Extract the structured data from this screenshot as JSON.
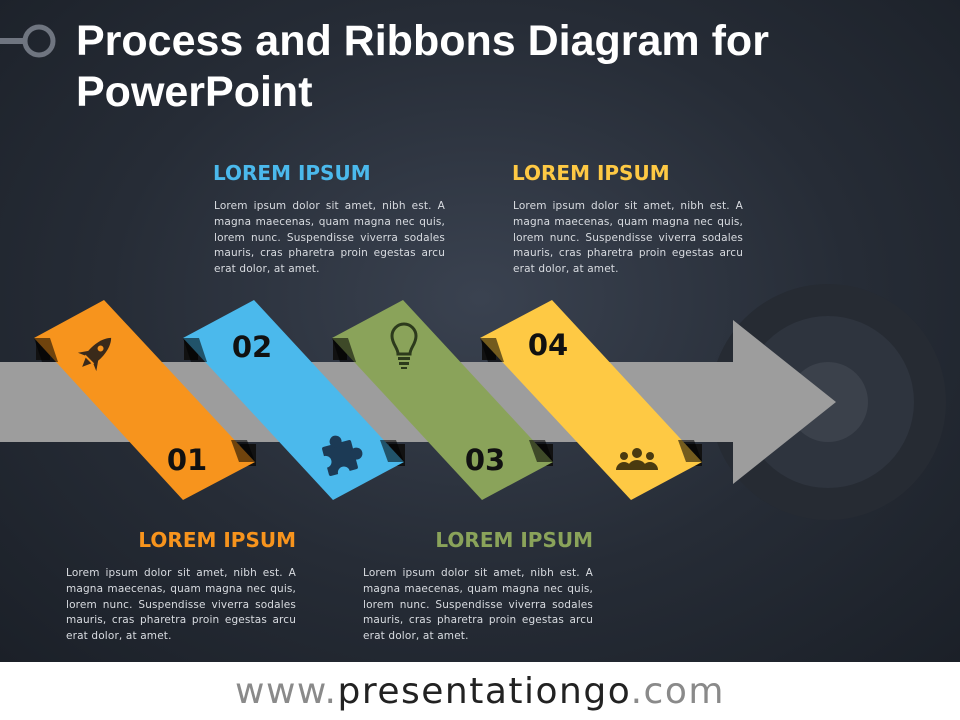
{
  "title": "Process and Ribbons Diagram for PowerPoint",
  "colors": {
    "orange": "#f7941d",
    "blue": "#4bb9ec",
    "green": "#8aa35a",
    "yellow": "#fec944",
    "arrow": "#9d9d9d",
    "background": "#2a303a"
  },
  "steps": [
    {
      "number": "01",
      "icon": "rocket-icon",
      "color": "#f7941d",
      "heading": "LOREM IPSUM",
      "text": "Lorem ipsum dolor sit amet, nibh est. A magna maecenas, quam magna nec quis, lorem nunc. Suspendisse viverra sodales mauris, cras pharetra proin egestas arcu erat dolor, at amet."
    },
    {
      "number": "02",
      "icon": "puzzle-icon",
      "color": "#4bb9ec",
      "heading": "LOREM IPSUM",
      "text": "Lorem ipsum dolor sit amet, nibh est. A magna maecenas, quam magna nec quis, lorem nunc. Suspendisse viverra sodales mauris, cras pharetra proin egestas arcu erat dolor, at amet."
    },
    {
      "number": "03",
      "icon": "lightbulb-icon",
      "color": "#8aa35a",
      "heading": "LOREM IPSUM",
      "text": "Lorem ipsum dolor sit amet, nibh est. A magna maecenas, quam magna nec quis, lorem nunc. Suspendisse viverra sodales mauris, cras pharetra proin egestas arcu erat dolor, at amet."
    },
    {
      "number": "04",
      "icon": "people-icon",
      "color": "#fec944",
      "heading": "LOREM IPSUM",
      "text": "Lorem ipsum dolor sit amet, nibh est. A magna maecenas, quam magna nec quis, lorem nunc. Suspendisse viverra sodales mauris, cras pharetra proin egestas arcu erat dolor, at amet."
    }
  ],
  "footer": {
    "url_prefix": "www.",
    "url_domain": "presentationgo",
    "url_suffix": ".com"
  }
}
